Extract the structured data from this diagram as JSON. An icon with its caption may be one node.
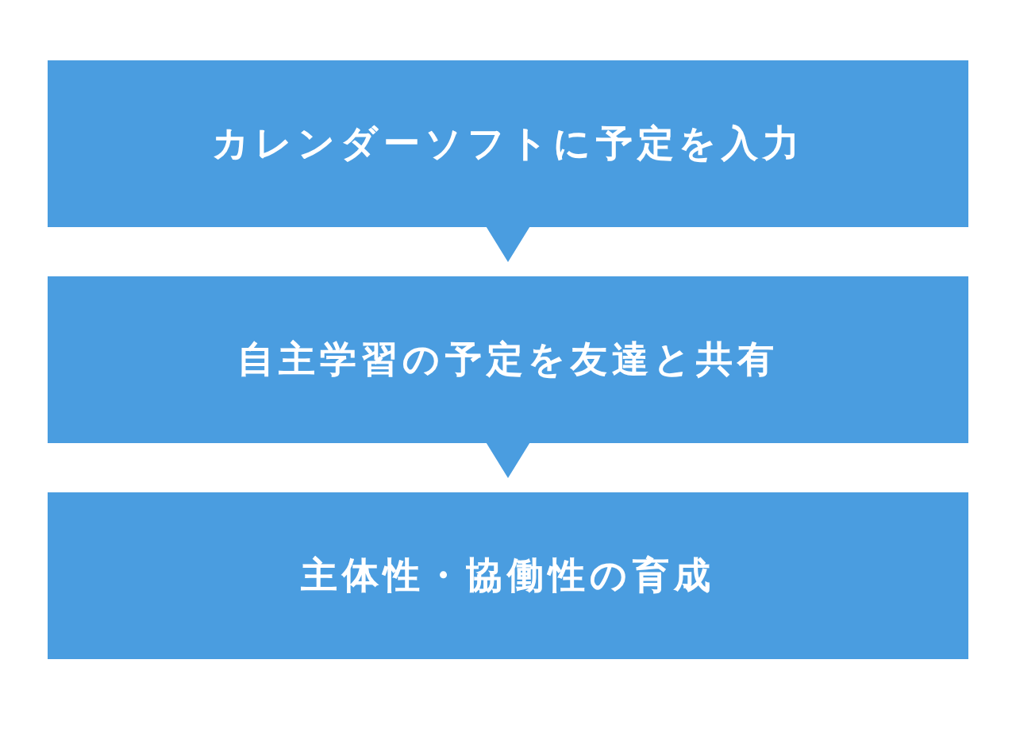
{
  "diagram": {
    "nodes": [
      {
        "text": [
          "カレンダーソフトに予定を入力"
        ]
      },
      {
        "text": [
          "自主学習の予定を友達と共有"
        ]
      },
      {
        "text": [
          "主体性・協働性の育成"
        ]
      }
    ],
    "edges": [
      {
        "from": 0,
        "to": 1,
        "arrow": "to"
      },
      {
        "from": 1,
        "to": 2,
        "arrow": "to"
      }
    ]
  }
}
